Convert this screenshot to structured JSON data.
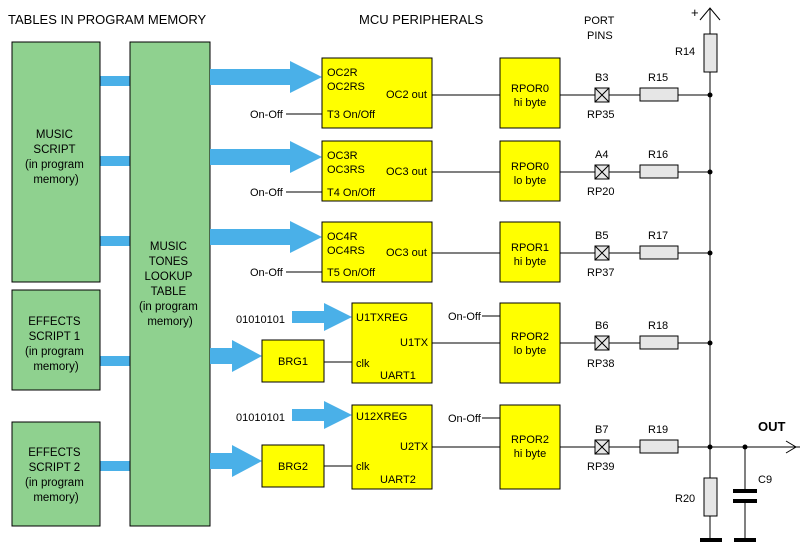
{
  "headers": {
    "tables": "TABLES IN PROGRAM MEMORY",
    "mcu": "MCU PERIPHERALS",
    "port_l1": "PORT",
    "port_l2": "PINS"
  },
  "green_blocks": {
    "music_script": [
      "MUSIC",
      "SCRIPT",
      "(in program",
      "memory)"
    ],
    "effects1": [
      "EFFECTS",
      "SCRIPT 1",
      "(in program",
      "memory)"
    ],
    "effects2": [
      "EFFECTS",
      "SCRIPT 2",
      "(in program",
      "memory)"
    ],
    "lookup": [
      "MUSIC",
      "TONES",
      "LOOKUP",
      "TABLE",
      "(in program",
      "memory)"
    ]
  },
  "oc_blocks": [
    {
      "reg1": "OC2R",
      "reg2": "OC2RS",
      "out": "OC2 out",
      "timer": "T3 On/Off",
      "onoff": "On-Off"
    },
    {
      "reg1": "OC3R",
      "reg2": "OC3RS",
      "out": "OC3 out",
      "timer": "T4 On/Off",
      "onoff": "On-Off"
    },
    {
      "reg1": "OC4R",
      "reg2": "OC4RS",
      "out": "OC3 out",
      "timer": "T5 On/Off",
      "onoff": "On-Off"
    }
  ],
  "uart_blocks": [
    {
      "reg": "U1TXREG",
      "tx": "U1TX",
      "clk": "clk",
      "name": "UART1",
      "brg": "BRG1",
      "pattern": "01010101"
    },
    {
      "reg": "U12XREG",
      "tx": "U2TX",
      "clk": "clk",
      "name": "UART2",
      "brg": "BRG2",
      "pattern": "01010101"
    }
  ],
  "rpor_blocks": [
    {
      "l1": "RPOR0",
      "l2": "hi byte",
      "onoff": ""
    },
    {
      "l1": "RPOR0",
      "l2": "lo byte",
      "onoff": ""
    },
    {
      "l1": "RPOR1",
      "l2": "hi byte",
      "onoff": ""
    },
    {
      "l1": "RPOR2",
      "l2": "lo byte",
      "onoff": "On-Off"
    },
    {
      "l1": "RPOR2",
      "l2": "hi byte",
      "onoff": "On-Off"
    }
  ],
  "pins": [
    {
      "name": "B3",
      "rp": "RP35",
      "res": "R15"
    },
    {
      "name": "A4",
      "rp": "RP20",
      "res": "R16"
    },
    {
      "name": "B5",
      "rp": "RP37",
      "res": "R17"
    },
    {
      "name": "B6",
      "rp": "RP38",
      "res": "R18"
    },
    {
      "name": "B7",
      "rp": "RP39",
      "res": "R19"
    }
  ],
  "rail": {
    "plus": "+",
    "r14": "R14",
    "r20": "R20",
    "c9": "C9",
    "out": "OUT"
  },
  "colors": {
    "green": "#8fd18f",
    "yellow": "#ffff00",
    "blue": "#4ab0e8",
    "resistor": "#e6e6e6",
    "line": "#000000"
  }
}
